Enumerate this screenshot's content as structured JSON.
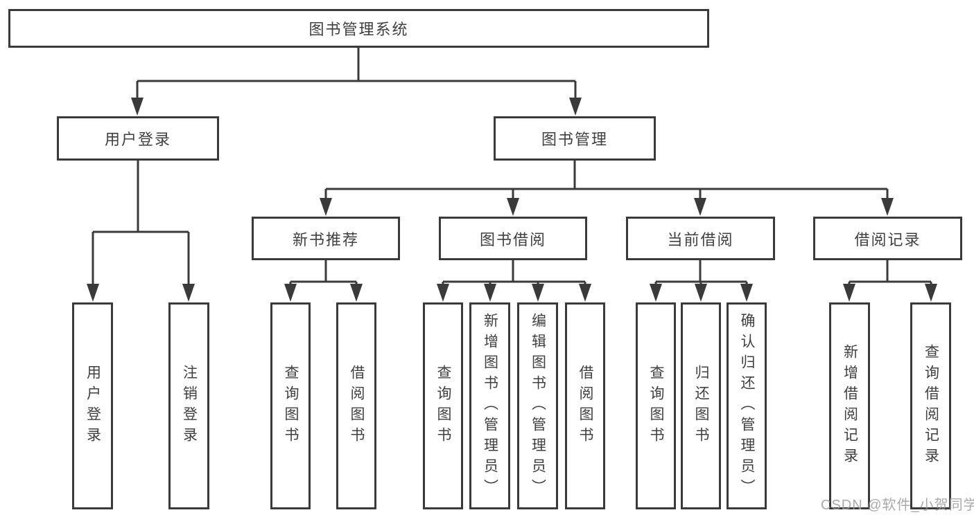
{
  "diagram": {
    "title": "图书管理系统",
    "nodes": {
      "root": {
        "label": "图书管理系统",
        "level": 1
      },
      "user_login": {
        "label": "用户登录",
        "level": 2
      },
      "book_mgmt": {
        "label": "图书管理",
        "level": 2
      },
      "new_book_rec": {
        "label": "新书推荐",
        "level": 3
      },
      "book_borrow": {
        "label": "图书借阅",
        "level": 3
      },
      "current_borrow": {
        "label": "当前借阅",
        "level": 3
      },
      "borrow_records": {
        "label": "借阅记录",
        "level": 3
      },
      "leaf_user_login": {
        "label": "用户登录",
        "level": 4
      },
      "leaf_logout": {
        "label": "注销登录",
        "level": 4
      },
      "leaf_query_book_1": {
        "label": "查询图书",
        "level": 4
      },
      "leaf_borrow_book_1": {
        "label": "借阅图书",
        "level": 4
      },
      "leaf_query_book_2": {
        "label": "查询图书",
        "level": 4
      },
      "leaf_add_book": {
        "label": "新增图书（管理员）",
        "level": 4
      },
      "leaf_edit_book": {
        "label": "编辑图书（管理员）",
        "level": 4
      },
      "leaf_borrow_book_2": {
        "label": "借阅图书",
        "level": 4
      },
      "leaf_query_book_3": {
        "label": "查询图书",
        "level": 4
      },
      "leaf_return_book": {
        "label": "归还图书",
        "level": 4
      },
      "leaf_confirm_return": {
        "label": "确认归还（管理员）",
        "level": 4
      },
      "leaf_add_borrow_record": {
        "label": "新增借阅记录",
        "level": 4
      },
      "leaf_query_borrow_record": {
        "label": "查询借阅记录",
        "level": 4
      }
    },
    "edges": [
      [
        "root",
        "user_login"
      ],
      [
        "root",
        "book_mgmt"
      ],
      [
        "user_login",
        "leaf_user_login"
      ],
      [
        "user_login",
        "leaf_logout"
      ],
      [
        "book_mgmt",
        "new_book_rec"
      ],
      [
        "book_mgmt",
        "book_borrow"
      ],
      [
        "book_mgmt",
        "current_borrow"
      ],
      [
        "book_mgmt",
        "borrow_records"
      ],
      [
        "new_book_rec",
        "leaf_query_book_1"
      ],
      [
        "new_book_rec",
        "leaf_borrow_book_1"
      ],
      [
        "book_borrow",
        "leaf_query_book_2"
      ],
      [
        "book_borrow",
        "leaf_add_book"
      ],
      [
        "book_borrow",
        "leaf_edit_book"
      ],
      [
        "book_borrow",
        "leaf_borrow_book_2"
      ],
      [
        "current_borrow",
        "leaf_query_book_3"
      ],
      [
        "current_borrow",
        "leaf_return_book"
      ],
      [
        "current_borrow",
        "leaf_confirm_return"
      ],
      [
        "borrow_records",
        "leaf_add_borrow_record"
      ],
      [
        "borrow_records",
        "leaf_query_borrow_record"
      ]
    ]
  },
  "watermark": {
    "text": "CSDN @软件_小贺同学"
  },
  "colors": {
    "line": "#3a3a3a",
    "text": "#3f3f3f",
    "watermark": "#9b9b9b",
    "background": "#ffffff"
  }
}
